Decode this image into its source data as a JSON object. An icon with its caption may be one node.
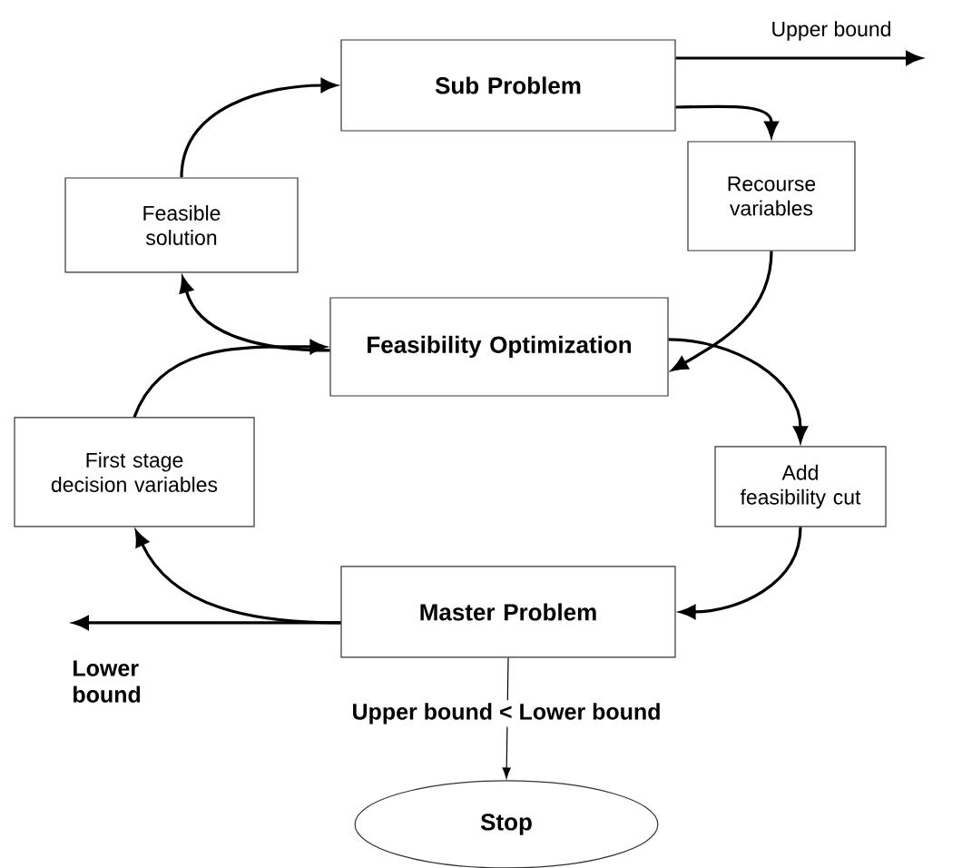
{
  "diagram": {
    "nodes": [
      {
        "text": [
          "Sub Problem"
        ]
      },
      {
        "text": [
          "Recourse variables"
        ]
      },
      {
        "text": [
          "Feasible solution"
        ]
      },
      {
        "text": [
          "Feasibility Optimization"
        ]
      },
      {
        "text": [
          "Add feasibility cut"
        ]
      },
      {
        "text": [
          "First stage decision variables"
        ]
      },
      {
        "text": [
          "Master Problem"
        ]
      },
      {
        "text": [
          "Stop"
        ]
      }
    ],
    "edges": [
      {
        "from": 2,
        "to": 0,
        "arrow": "to"
      },
      {
        "from": 0,
        "to": 1,
        "arrow": "to"
      },
      {
        "from": 1,
        "to": 3,
        "arrow": "to"
      },
      {
        "from": 3,
        "to": 4,
        "arrow": "to"
      },
      {
        "from": 4,
        "to": 6,
        "arrow": "to"
      },
      {
        "from": 6,
        "to": 5,
        "arrow": "to"
      },
      {
        "from": 5,
        "to": 3,
        "arrow": "to"
      },
      {
        "from": 3,
        "to": 2,
        "arrow": "to"
      },
      {
        "from": 0,
        "to": null,
        "arrow": "to",
        "label": "Upper bound"
      },
      {
        "from": 6,
        "to": null,
        "arrow": "to",
        "label": "Lower bound"
      },
      {
        "from": 6,
        "to": 7,
        "arrow": "to",
        "label": "Upper bound < Lower bound"
      }
    ]
  }
}
